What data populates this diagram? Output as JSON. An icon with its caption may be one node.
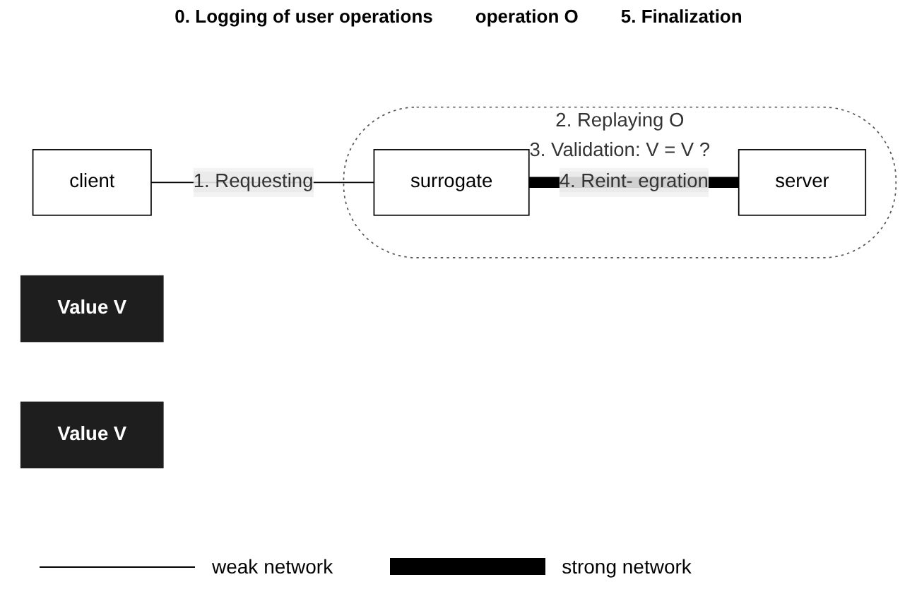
{
  "diagram": {
    "nodes": [
      {
        "text": [
          "client"
        ]
      },
      {
        "text": [
          "Value V"
        ]
      },
      {
        "text": [
          "2. Replaying O",
          "3. Validation: V = V  ?"
        ]
      },
      {
        "text": [
          "surrogate"
        ],
        "in": 2
      },
      {
        "text": [
          "Value V"
        ]
      },
      {
        "text": [
          "server"
        ],
        "in": 2
      }
    ],
    "edges": [
      {
        "from": 0,
        "to": 3,
        "arrow": "none",
        "label": "1. Requesting"
      },
      {
        "from": 3,
        "to": 5,
        "arrow": "none",
        "style": "thick",
        "label": "4. Reint- egration"
      }
    ],
    "labels": [
      "0. Logging of user operations",
      "operation O",
      "5. Finalization"
    ],
    "legend": [
      {
        "text": "weak network"
      },
      {
        "text": "strong network"
      }
    ]
  }
}
